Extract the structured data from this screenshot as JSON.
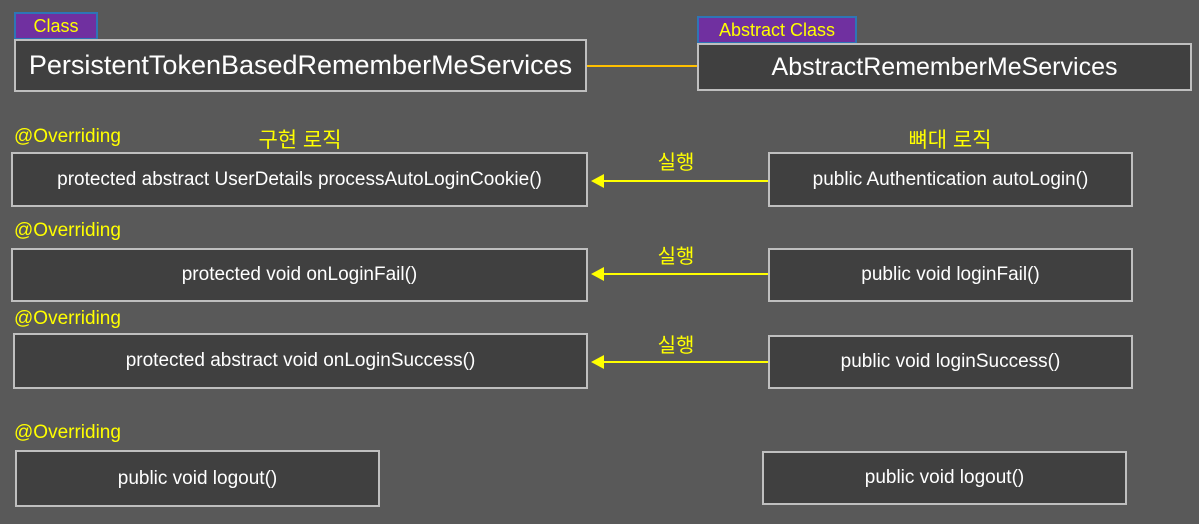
{
  "diagram": {
    "left_class": {
      "badge": "Class",
      "name": "PersistentTokenBasedRememberMeServices"
    },
    "right_class": {
      "badge": "Abstract Class",
      "name": "AbstractRememberMeServices"
    },
    "labels": {
      "overriding": "@Overriding",
      "implementation_logic": "구현 로직",
      "skeleton_logic": "뼈대 로직",
      "run": "실행"
    },
    "methods": {
      "left": [
        "protected abstract UserDetails processAutoLoginCookie()",
        "protected void onLoginFail()",
        "protected abstract void onLoginSuccess()",
        "public void logout()"
      ],
      "right": [
        "public Authentication autoLogin()",
        "public void loginFail()",
        "public void loginSuccess()",
        "public void logout()"
      ]
    },
    "colors": {
      "background": "#595959",
      "box_fill": "#404040",
      "box_border": "#BFBFBF",
      "badge_fill": "#7030A0",
      "badge_border": "#2E75B6",
      "accent_yellow": "#FFFF00",
      "connector_orange": "#FFC000",
      "text": "#FFFFFF"
    }
  }
}
